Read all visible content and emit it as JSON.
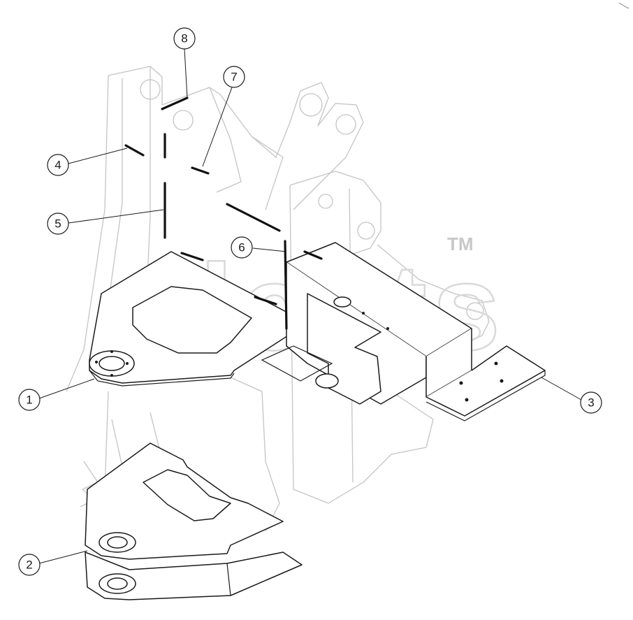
{
  "callouts": [
    {
      "id": "1",
      "label": "1"
    },
    {
      "id": "2",
      "label": "2"
    },
    {
      "id": "3",
      "label": "3"
    },
    {
      "id": "4",
      "label": "4"
    },
    {
      "id": "5",
      "label": "5"
    },
    {
      "id": "6",
      "label": "6"
    },
    {
      "id": "7",
      "label": "7"
    },
    {
      "id": "8",
      "label": "8"
    }
  ],
  "watermark": {
    "text": "elcats",
    "mark": "TM"
  }
}
